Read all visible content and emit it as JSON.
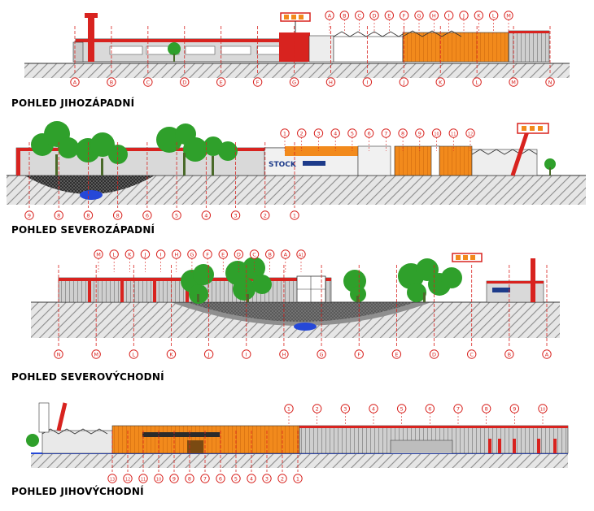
{
  "colors": {
    "accent_red": "#d8231f",
    "facade_orange": "#f28a1c",
    "tree_green": "#2fa02b",
    "trunk": "#4a6a2a",
    "water_blue": "#2548d8",
    "gravel": "#3b3b3b",
    "ground_hatch": "#9a9a9a",
    "wall_gray": "#c9c9c9",
    "callout": "#ffffff"
  },
  "elevations": [
    {
      "id": "sw",
      "title": "POHLED JIHOZÁPADNÍ",
      "labels": [
        "A",
        "B",
        "C",
        "D",
        "E",
        "F",
        "G",
        "H",
        "I",
        "J",
        "K",
        "L",
        "M",
        "N"
      ],
      "top_labels": [
        "A",
        "B",
        "C",
        "D",
        "E",
        "F",
        "G",
        "H",
        "I",
        "J",
        "K",
        "L",
        "M"
      ]
    },
    {
      "id": "nw",
      "title": "POHLED SEVEROZÁPADNÍ",
      "labels": [
        "9",
        "8",
        "8",
        "8",
        "6",
        "5",
        "4",
        "3",
        "2",
        "1"
      ],
      "top_labels": [
        "1",
        "2",
        "3",
        "4",
        "5",
        "6",
        "7",
        "8",
        "9",
        "10",
        "11",
        "12"
      ],
      "store_sign": "STOCK"
    },
    {
      "id": "ne",
      "title": "POHLED SEVEROVÝCHODNÍ",
      "labels": [
        "N",
        "M",
        "L",
        "K",
        "J",
        "I",
        "H",
        "G",
        "F",
        "E",
        "D",
        "C",
        "B",
        "A"
      ],
      "top_labels": [
        "M",
        "L",
        "K",
        "J",
        "I",
        "H",
        "G",
        "F",
        "E",
        "D",
        "C",
        "B",
        "A",
        "A1"
      ]
    },
    {
      "id": "se",
      "title": "POHLED JIHOVÝCHODNÍ",
      "labels": [
        "13",
        "12",
        "11",
        "10",
        "9",
        "8",
        "7",
        "6",
        "5",
        "4",
        "3",
        "2",
        "1"
      ],
      "top_labels": [
        "1",
        "2",
        "3",
        "4",
        "5",
        "6",
        "7",
        "8",
        "9",
        "10"
      ]
    }
  ]
}
